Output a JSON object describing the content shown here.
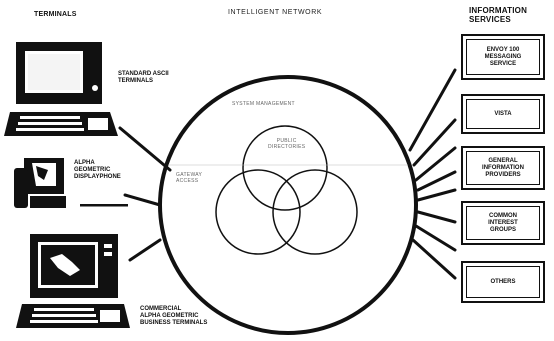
{
  "headers": {
    "terminals": "TERMINALS",
    "network": "INTELLIGENT NETWORK",
    "services_line1": "INFORMATION",
    "services_line2": "SERVICES"
  },
  "terminals": [
    {
      "label": "STANDARD ASCII\nTERMINALS"
    },
    {
      "label": "ALPHA\nGEOMETRIC\nDISPLAYPHONE"
    },
    {
      "label": "COMMERCIAL\nALPHA GEOMETRIC\nBUSINESS TERMINALS"
    }
  ],
  "network": {
    "outer_label": "SYSTEM MANAGEMENT",
    "top_circle": "PUBLIC\nDIRECTORIES",
    "left_side": "GATEWAY\nACCESS"
  },
  "services": [
    {
      "label": "ENVOY 100\nMESSAGING\nSERVICE"
    },
    {
      "label": "VISTA"
    },
    {
      "label": "GENERAL\nINFORMATION\nPROVIDERS"
    },
    {
      "label": "COMMON\nINTEREST\nGROUPS"
    },
    {
      "label": "OTHERS"
    }
  ]
}
